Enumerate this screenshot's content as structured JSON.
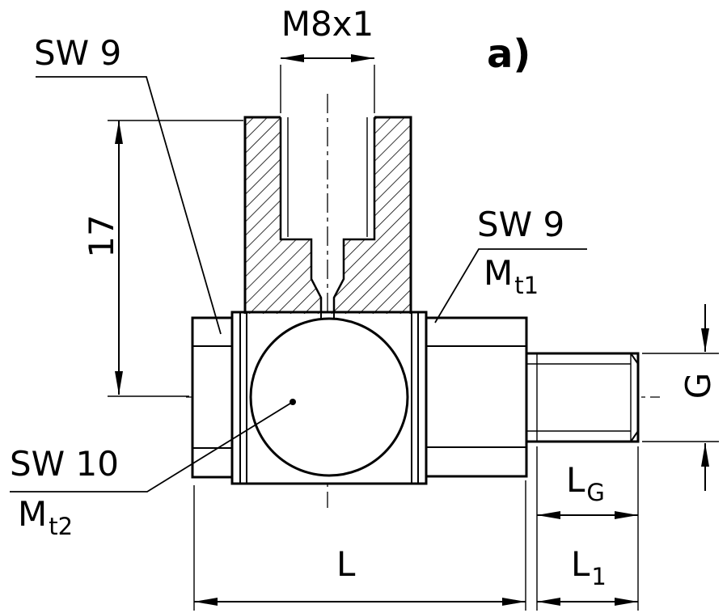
{
  "figure": {
    "tag": "a)"
  },
  "dimensions": {
    "thread_top": "M8x1",
    "wrench_left": "SW 9",
    "height": "17",
    "wrench_right": "SW 9",
    "torque_right": {
      "base": "M",
      "sub": "t1"
    },
    "wrench_ball": "SW 10",
    "torque_ball": {
      "base": "M",
      "sub": "t2"
    },
    "stud_thread": "G",
    "stud_thread_length": {
      "base": "L",
      "sub": "G"
    },
    "overall_length": "L",
    "stud_length": {
      "base": "L",
      "sub": "1"
    }
  },
  "colors": {
    "line": "#000000",
    "background": "#ffffff"
  }
}
